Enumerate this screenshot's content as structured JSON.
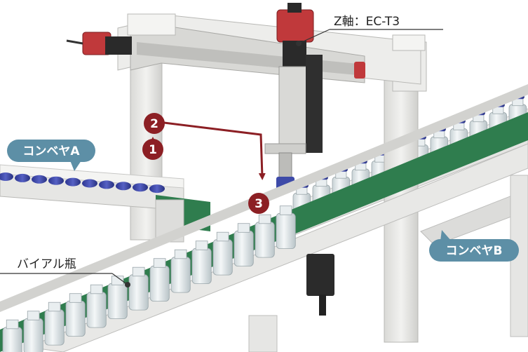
{
  "labels": {
    "z_axis": "Z軸：EC-T3",
    "conveyor_a": "コンベヤA",
    "conveyor_b": "コンベヤB",
    "vial": "バイアル瓶"
  },
  "steps": [
    "1",
    "2",
    "3"
  ],
  "colors": {
    "step_marker": "#8c1f24",
    "tag_fill": "#5d8fa6",
    "actuator_red": "#c0393b",
    "belt_green": "#2f7d4e",
    "cap_blue": "#3d4aa8",
    "frame": "#e8e8e6"
  }
}
